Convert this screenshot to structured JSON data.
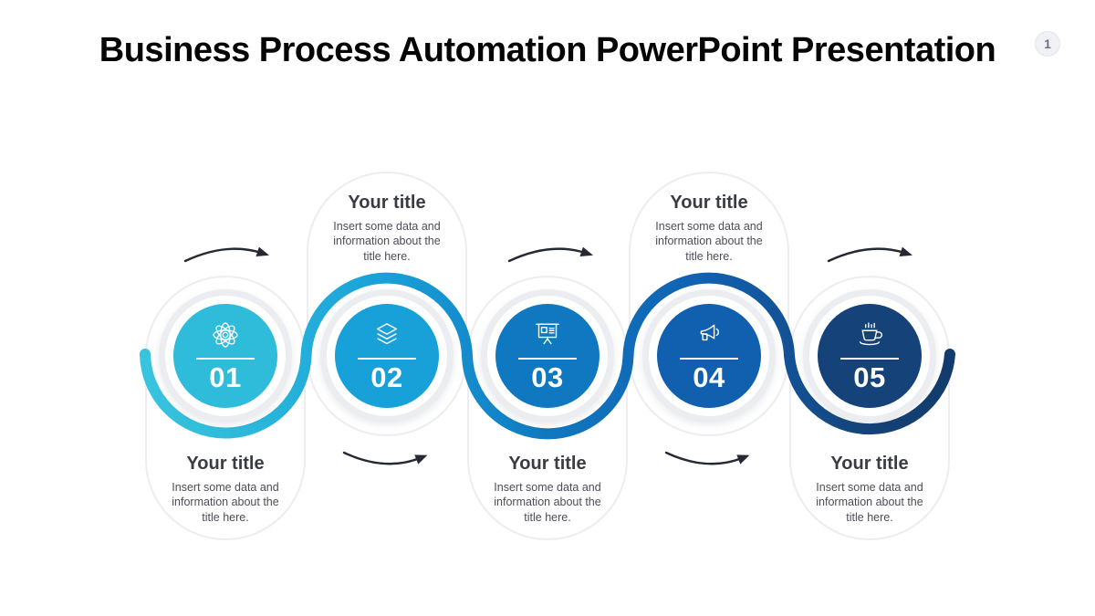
{
  "slide": {
    "title": "Business Process Automation PowerPoint Presentation",
    "page_number": "1"
  },
  "steps": [
    {
      "number": "01",
      "icon": "atom-icon",
      "title": "Your title",
      "description": "Insert some data and information about the title here.",
      "color": "#2fbcdb",
      "text_position": "below"
    },
    {
      "number": "02",
      "icon": "layers-icon",
      "title": "Your title",
      "description": "Insert some data and information about the title here.",
      "color": "#18a0d8",
      "text_position": "above"
    },
    {
      "number": "03",
      "icon": "presentation-board-icon",
      "title": "Your title",
      "description": "Insert some data and information about the title here.",
      "color": "#1078c0",
      "text_position": "below"
    },
    {
      "number": "04",
      "icon": "megaphone-icon",
      "title": "Your title",
      "description": "Insert some data and information about the title here.",
      "color": "#1160b0",
      "text_position": "above"
    },
    {
      "number": "05",
      "icon": "coffee-cup-icon",
      "title": "Your title",
      "description": "Insert some data and information about the title here.",
      "color": "#154379",
      "text_position": "below"
    }
  ],
  "connector": {
    "stops": [
      "#38c3de",
      "#2fbcdb",
      "#18a0d8",
      "#1078c0",
      "#1160b0",
      "#154379",
      "#123c6d"
    ]
  },
  "arrow_color": "#262933"
}
